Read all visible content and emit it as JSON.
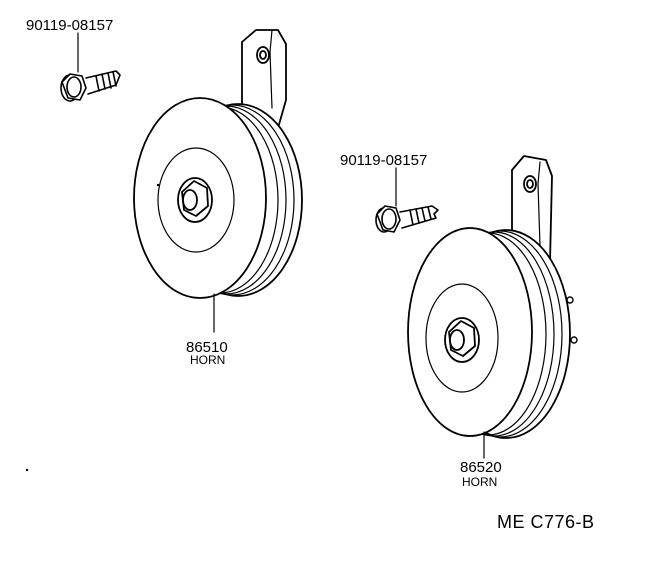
{
  "parts": [
    {
      "part_number": "90119-08157",
      "name": ""
    },
    {
      "part_number": "86510",
      "name": "HORN"
    },
    {
      "part_number": "90119-08157",
      "name": ""
    },
    {
      "part_number": "86520",
      "name": "HORN"
    }
  ],
  "reference_code": "ME C776-B",
  "colors": {
    "line": "#000000",
    "background": "#ffffff"
  }
}
